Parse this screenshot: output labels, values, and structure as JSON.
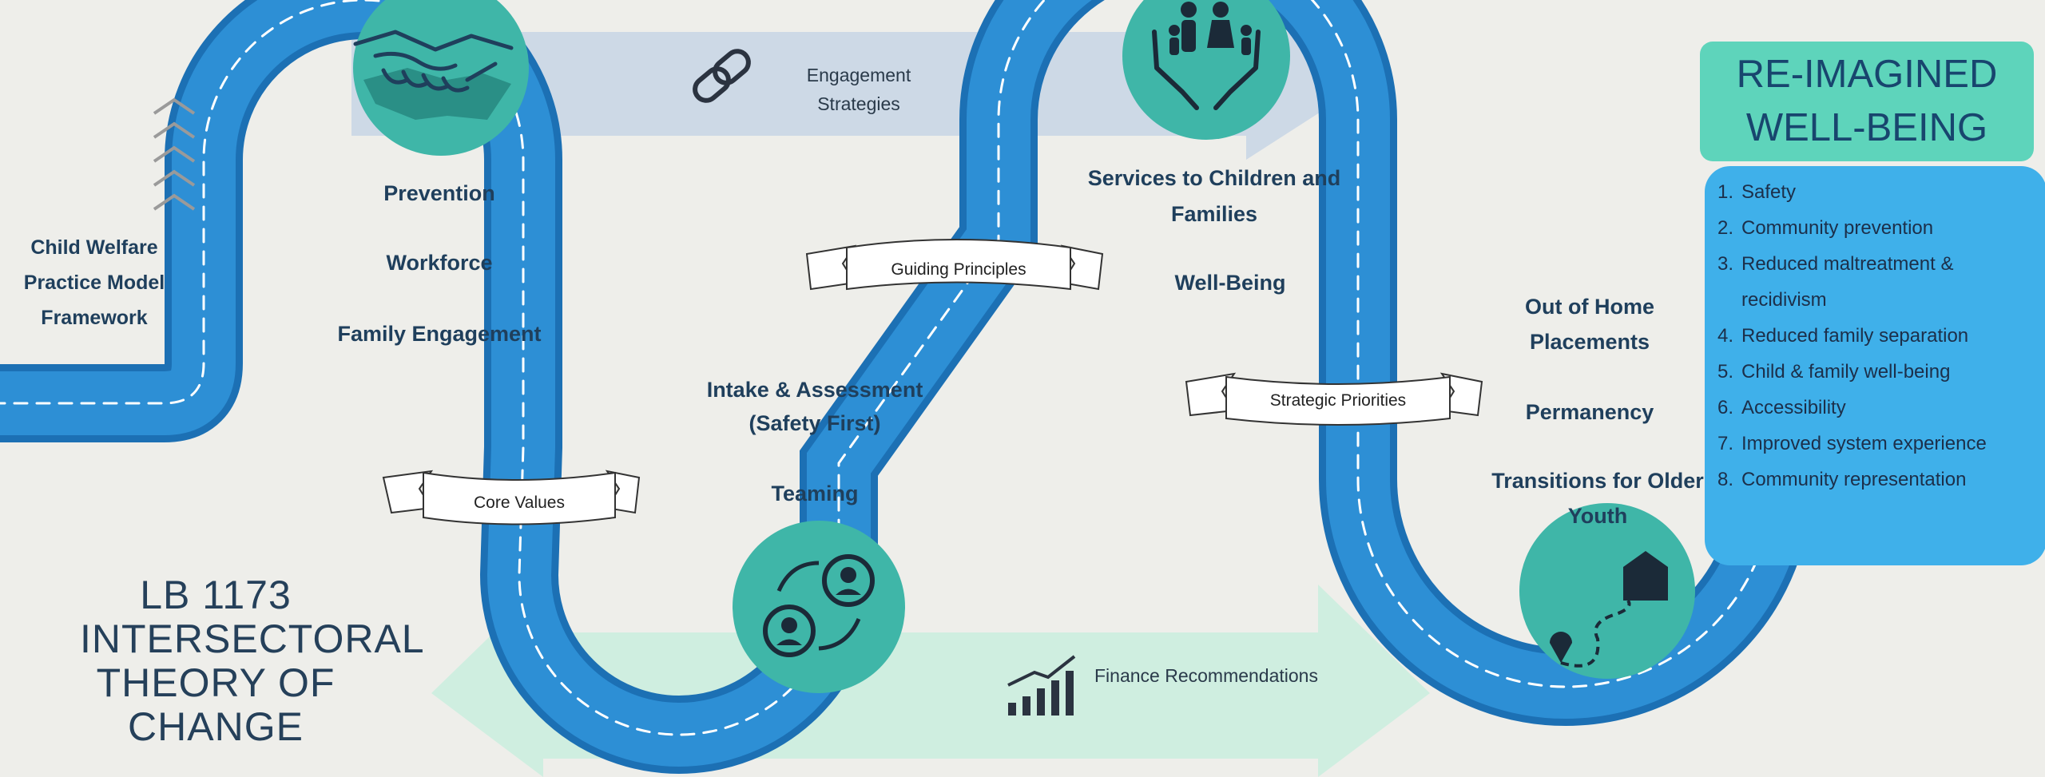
{
  "title": "LB 1173 INTERSECTORAL THEORY OF CHANGE",
  "start_label": "Child Welfare Practice Model Framework",
  "ribbons": {
    "core_values": "Core Values",
    "guiding_principles": "Guiding Principles",
    "strategic_priorities": "Strategic Priorities"
  },
  "arrows": {
    "engagement": "Engagement Strategies",
    "finance": "Finance Recommendations"
  },
  "phases": {
    "phase1": [
      "Prevention",
      "Workforce",
      "Family Engagement"
    ],
    "phase2": [
      "Intake & Assessment",
      "(Safety First)",
      "Teaming"
    ],
    "phase3": [
      "Services to Children and",
      "Families",
      "Well-Being"
    ],
    "phase4": [
      "Out of Home",
      "Placements",
      "Permanency",
      "Transitions for Older",
      "Youth"
    ]
  },
  "reimagined": {
    "title_line1": "RE-IMAGINED",
    "title_line2": "WELL-BEING",
    "items": [
      {
        "num": "1.",
        "text": "Safety"
      },
      {
        "num": "2.",
        "text": "Community prevention"
      },
      {
        "num": "3.",
        "text": "Reduced maltreatment & recidivism"
      },
      {
        "num": "4.",
        "text": "Reduced family separation"
      },
      {
        "num": "5.",
        "text": "Child & family well-being"
      },
      {
        "num": "6.",
        "text": "Accessibility"
      },
      {
        "num": "7.",
        "text": "Improved system experience"
      },
      {
        "num": "8.",
        "text": "Community representation"
      }
    ]
  },
  "icons": [
    "handshake-icon",
    "chain-link-icon",
    "family-in-hands-icon",
    "teaming-people-icon",
    "route-home-icon",
    "finance-coins-icon",
    "chevrons-up-icon"
  ],
  "colors": {
    "road": "#2d8fd5",
    "road_edge": "#1c70b4",
    "road_line": "#ffffff",
    "circle": "#3fb6a8",
    "arrow_blue": "#cdd9e6",
    "arrow_green": "#cfeee0",
    "reimagined_title_bg": "#5ed4bb",
    "reimagined_list_bg": "#3fb0ea"
  }
}
